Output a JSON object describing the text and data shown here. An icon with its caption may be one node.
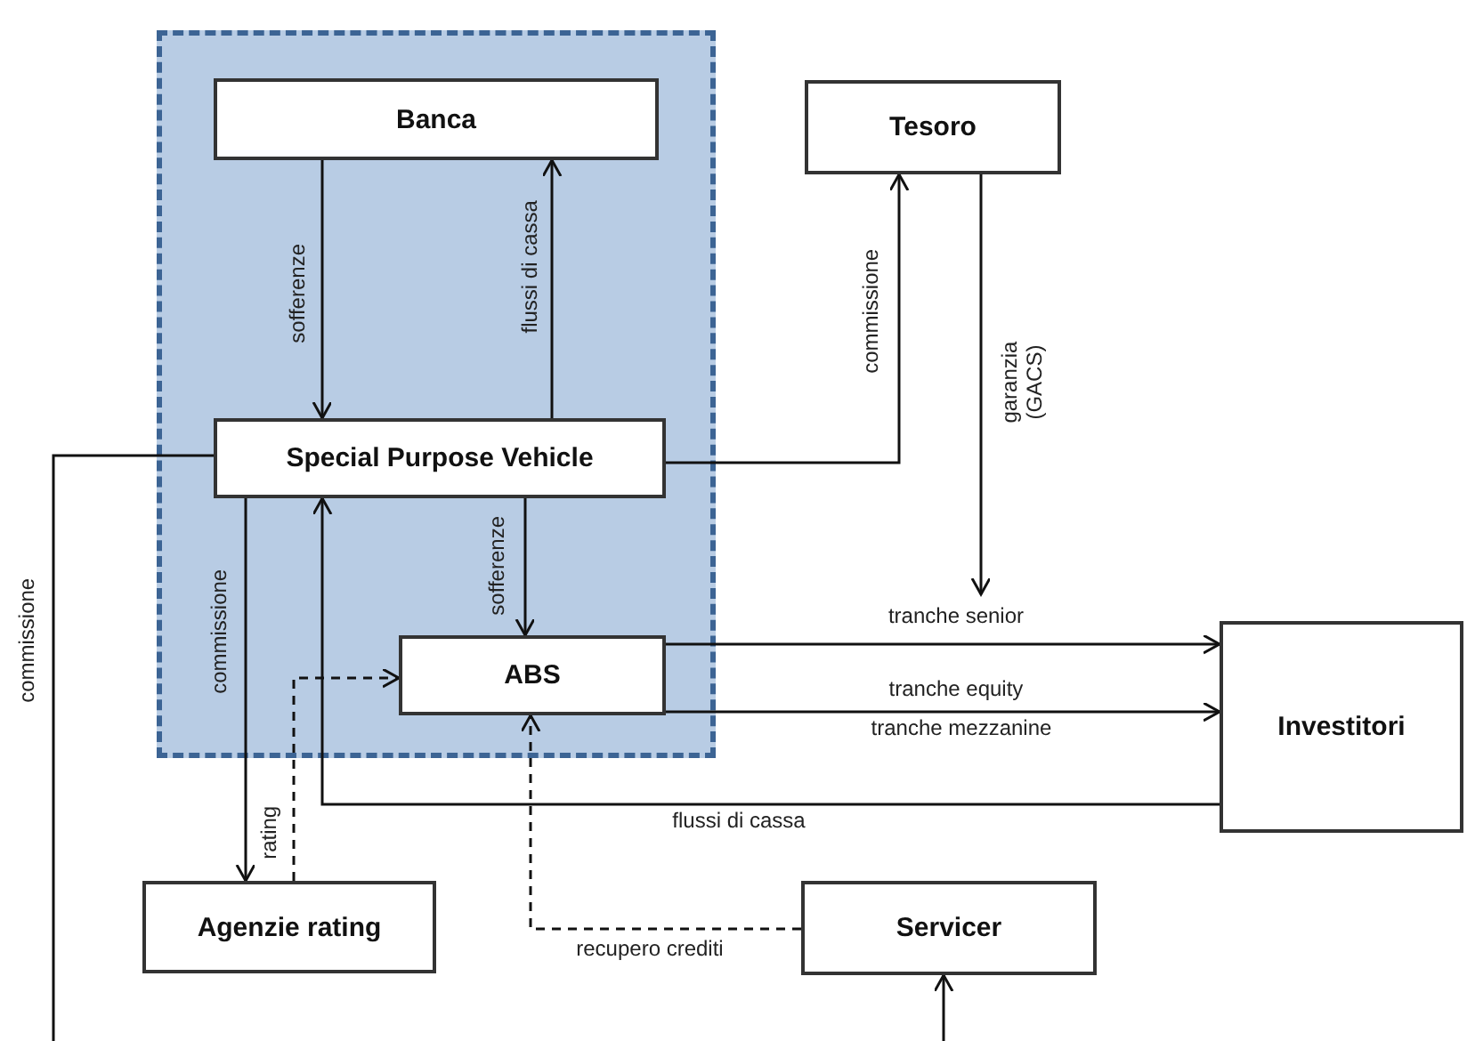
{
  "diagram": {
    "nodes": [
      {
        "text": [],
        "shape": "box"
      },
      {
        "text": [
          "Banca"
        ],
        "in": 0
      },
      {
        "text": [
          "Special Purpose Vehicle"
        ],
        "in": 0
      },
      {
        "text": [
          "ABS"
        ],
        "in": 0
      },
      {
        "text": [
          "Tesoro"
        ]
      },
      {
        "text": [
          "Investitori"
        ]
      },
      {
        "text": [
          "Agenzie rating"
        ]
      },
      {
        "text": [
          "Servicer"
        ]
      }
    ],
    "edges": [
      {
        "from": 1,
        "to": 2,
        "arrow": "to",
        "label": "sofferenze"
      },
      {
        "from": 2,
        "to": 1,
        "arrow": "to",
        "label": "flussi di cassa"
      },
      {
        "from": 2,
        "to": 4,
        "arrow": "to",
        "label": "commissione"
      },
      {
        "from": 4,
        "to": null,
        "arrow": "to",
        "label": "garanzia (GACS)"
      },
      {
        "from": 2,
        "to": 3,
        "arrow": "to",
        "label": "sofferenze"
      },
      {
        "from": 2,
        "to": 6,
        "arrow": "to",
        "label": "commissione"
      },
      {
        "from": 6,
        "to": 3,
        "arrow": "to",
        "label": "rating",
        "style": "dashed"
      },
      {
        "from": 3,
        "to": 5,
        "arrow": "to",
        "label": "tranche senior"
      },
      {
        "from": 3,
        "to": 5,
        "arrow": "to",
        "label": "tranche equity"
      },
      {
        "from": 5,
        "to": 2,
        "arrow": "to",
        "label": "flussi di cassa"
      },
      {
        "from": 7,
        "to": 3,
        "arrow": "to",
        "label": "recupero crediti",
        "style": "dashed"
      },
      {
        "from": 2,
        "to": null,
        "arrow": "none",
        "label": "commissione"
      },
      {
        "from": null,
        "to": 7,
        "arrow": "to"
      }
    ],
    "labels": [
      "tranche mezzanine"
    ]
  }
}
